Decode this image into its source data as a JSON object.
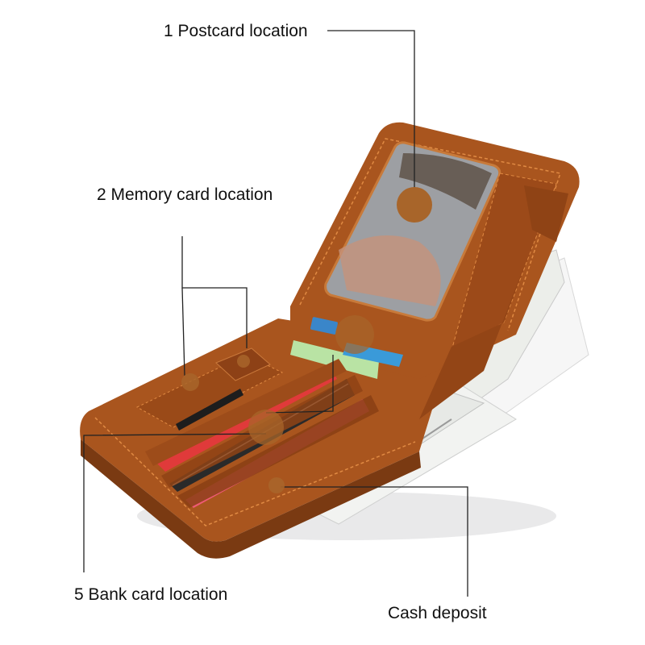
{
  "callouts": [
    {
      "id": "postcard",
      "number": "1",
      "label": "1 Postcard location",
      "marker": [
        514,
        254
      ]
    },
    {
      "id": "memory",
      "number": "2",
      "label": "2 Memory card location",
      "markers": [
        [
          236,
          474
        ],
        [
          302,
          448
        ]
      ]
    },
    {
      "id": "bank",
      "number": "5",
      "label": "5 Bank card location",
      "marker": [
        330,
        530
      ]
    },
    {
      "id": "cash",
      "label": "Cash deposit",
      "marker": [
        343,
        602
      ]
    }
  ],
  "colors": {
    "background": "#ffffff",
    "leather": "#a9551e",
    "leather_dark": "#7a3a12",
    "stitch": "#e08a43",
    "marker": "#a8652a",
    "leader_line": "#222222",
    "card_red": "#e03a3a",
    "card_pink": "#ef5a75",
    "card_black": "#2a2a2a",
    "card_green": "#b9e3a4",
    "card_blue": "#3a9ad9",
    "bill": "#eef0ee"
  }
}
